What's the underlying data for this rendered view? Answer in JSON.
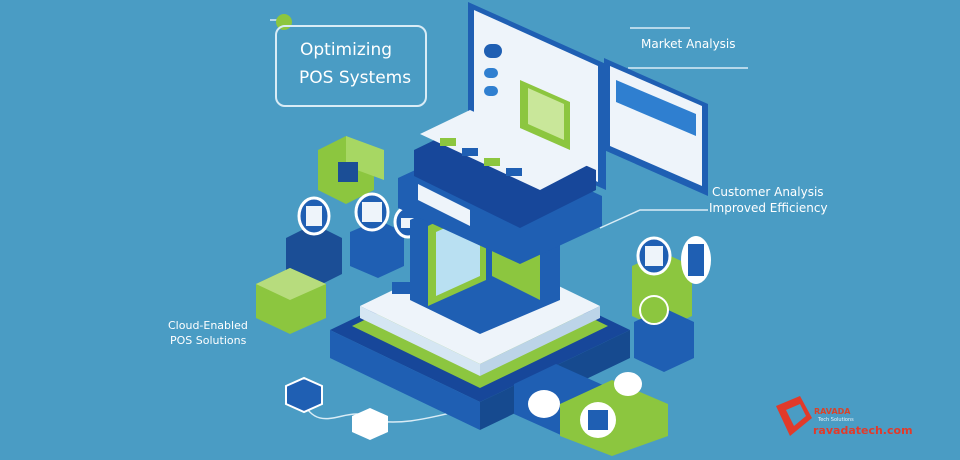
{
  "title": {
    "line1": "Optimizing",
    "line2": "POS Systems"
  },
  "callouts": {
    "market_analysis": "Market Analysis",
    "customer_analysis": "Customer Analysis",
    "improved_efficiency": "Improved Efficiency",
    "cloud_line1": "Cloud-Enabled",
    "cloud_line2": "POS Solutions"
  },
  "brand": {
    "name": "RAVADA",
    "tagline": "Tech Solutions",
    "website": "ravadatech.com"
  },
  "colors": {
    "background": "#4a9cc4",
    "primary_blue": "#1f5fb3",
    "dark_blue": "#17479a",
    "lime_green": "#8cc63f",
    "white": "#ffffff",
    "brand_red": "#e23a2a"
  },
  "icons": [
    "clipboard-icon",
    "document-icon",
    "lock-icon",
    "chart-icon",
    "mobile-icon",
    "cloud-icon",
    "grid-icon",
    "tag-icon"
  ]
}
